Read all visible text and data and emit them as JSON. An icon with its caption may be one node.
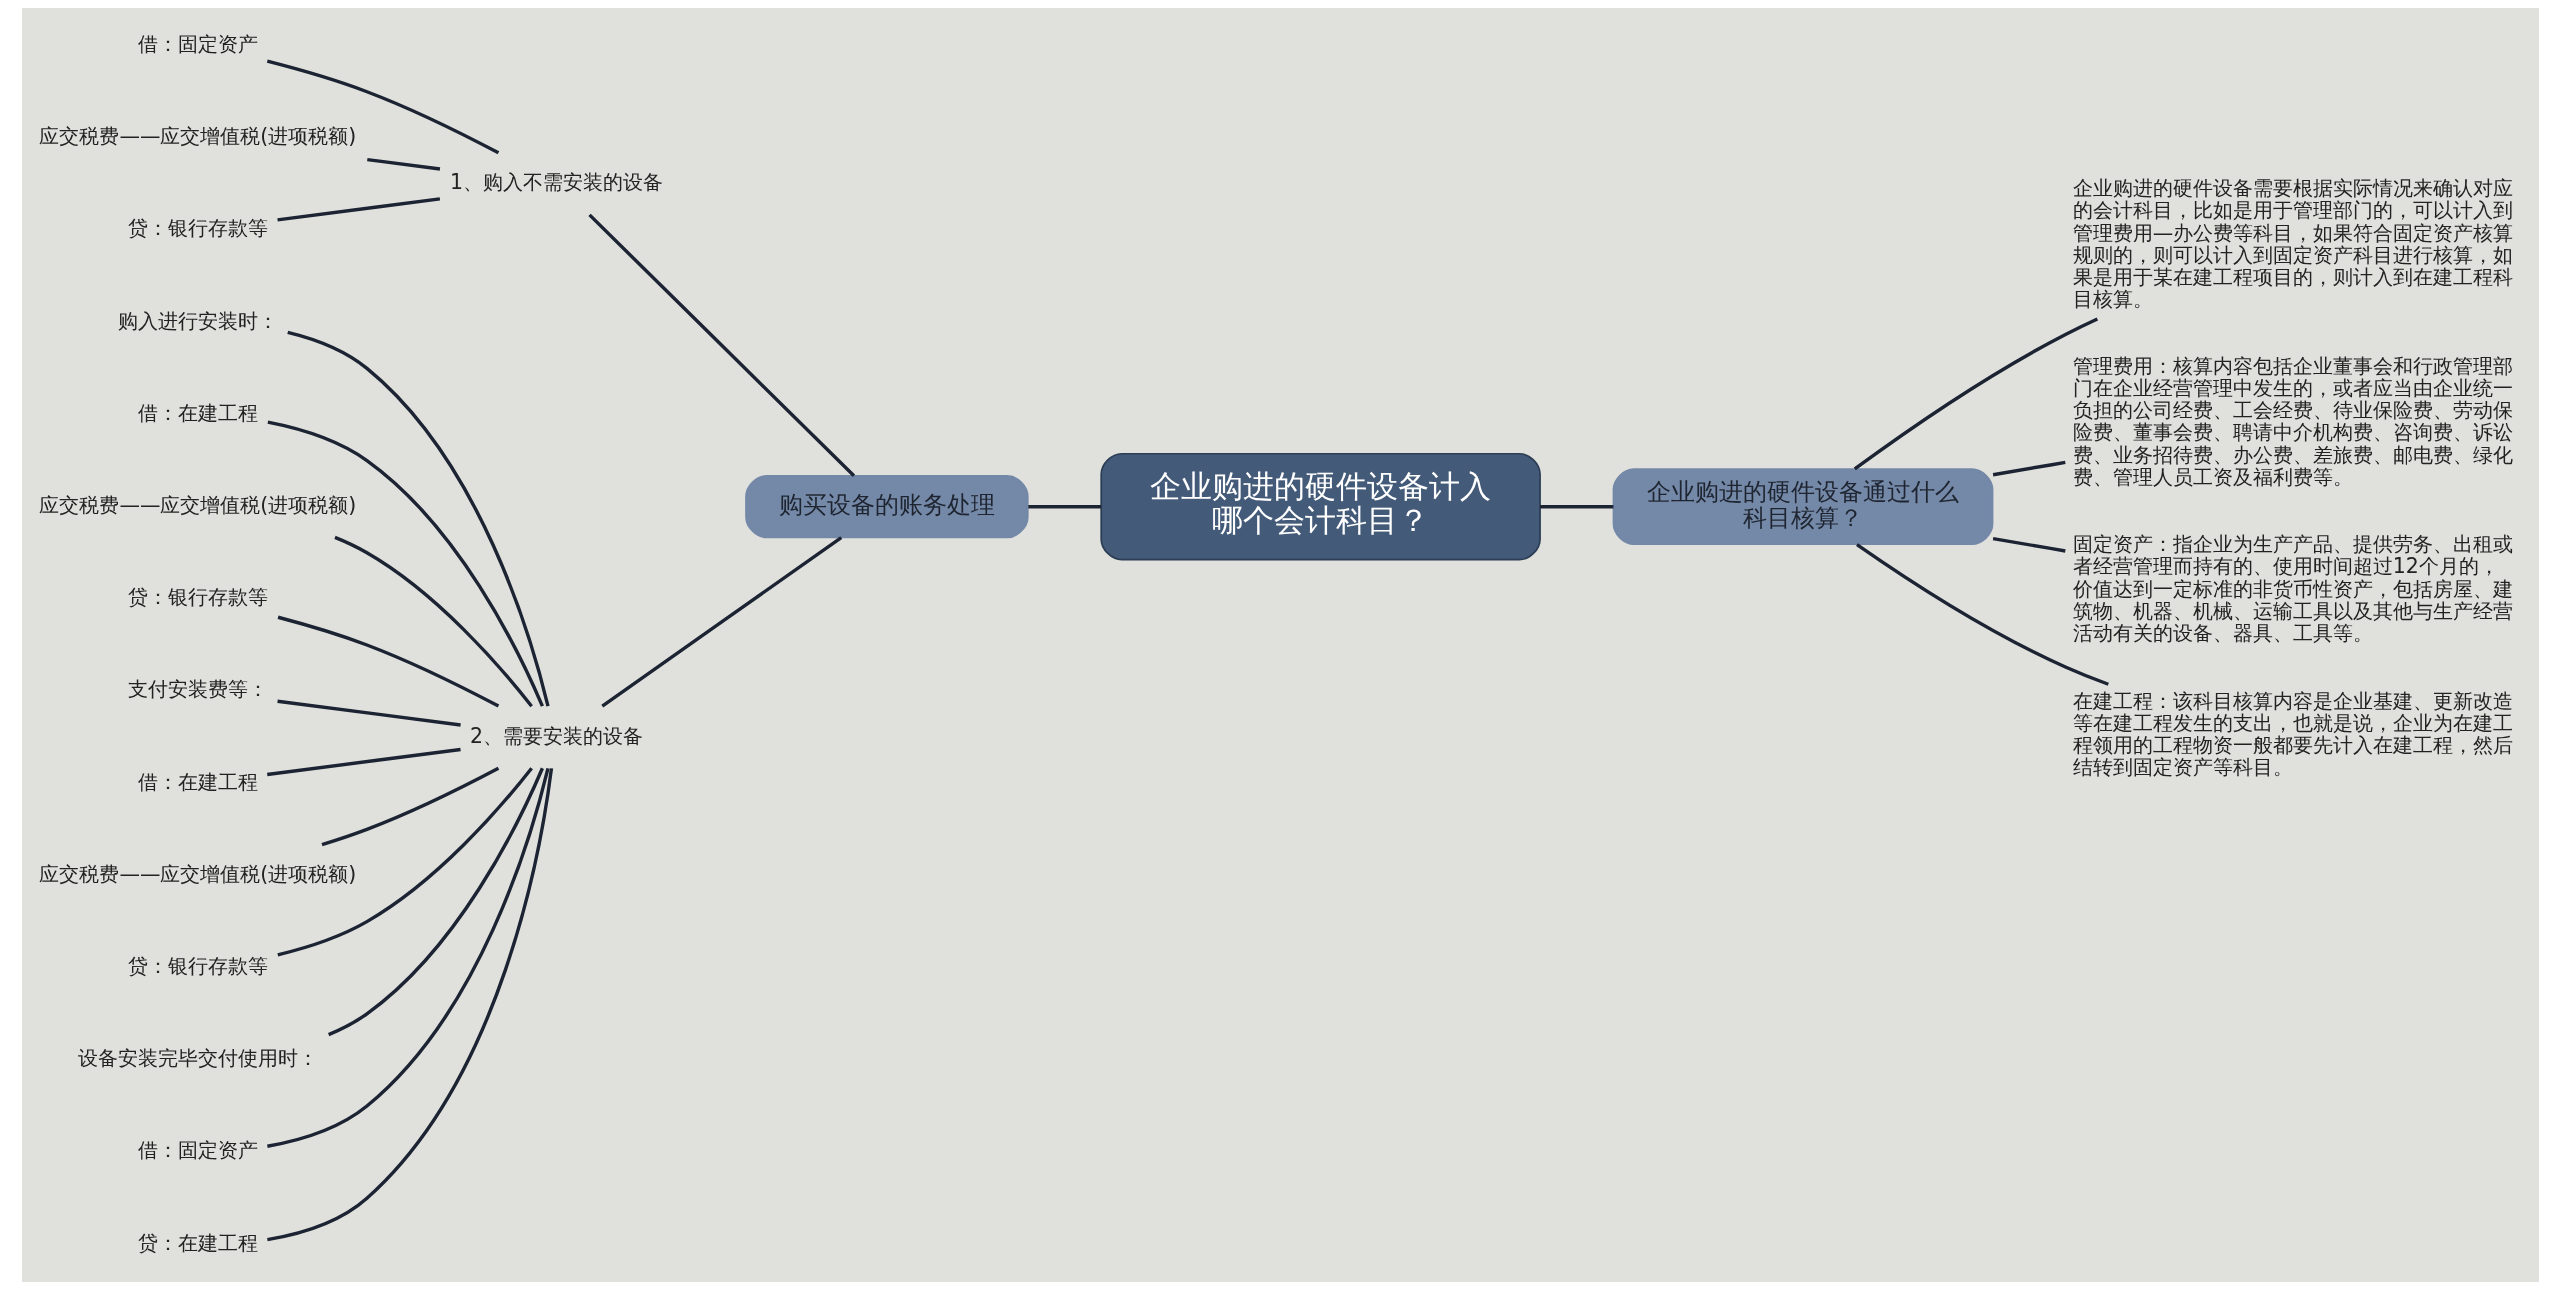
{
  "diagram": {
    "nodes": [
      {
        "text": [
          "企业购进的硬件设备计入哪个会计科目？"
        ]
      },
      {
        "text": [
          "购买设备的账务处理"
        ]
      },
      {
        "text": [
          "1、购入不需安装的设备"
        ]
      },
      {
        "text": [
          "借：固定资产"
        ]
      },
      {
        "text": [
          "应交税费——应交增值税(进项税额)"
        ]
      },
      {
        "text": [
          "贷：银行存款等"
        ]
      },
      {
        "text": [
          "2、需要安装的设备"
        ]
      },
      {
        "text": [
          "购入进行安装时："
        ]
      },
      {
        "text": [
          "借：在建工程"
        ]
      },
      {
        "text": [
          "应交税费——应交增值税(进项税额)"
        ]
      },
      {
        "text": [
          "贷：银行存款等"
        ]
      },
      {
        "text": [
          "支付安装费等："
        ]
      },
      {
        "text": [
          "借：在建工程"
        ]
      },
      {
        "text": [
          "应交税费——应交增值税(进项税额)"
        ]
      },
      {
        "text": [
          "贷：银行存款等"
        ]
      },
      {
        "text": [
          "设备安装完毕交付使用时："
        ]
      },
      {
        "text": [
          "借：固定资产"
        ]
      },
      {
        "text": [
          "贷：在建工程"
        ]
      },
      {
        "text": [
          "企业购进的硬件设备通过什么科目核算？"
        ]
      },
      {
        "text": [
          "企业购进的硬件设备需要根据实际情况来确认对应的会计科目，比如是用于管理部门的，可以计入到管理费用—办公费等科目，如果符合固定资产核算规则的，则可以计入到固定资产科目进行核算，如果是用于某在建工程项目的，则计入到在建工程科目核算。"
        ]
      },
      {
        "text": [
          "管理费用：核算内容包括企业董事会和行政管理部门在企业经营管理中发生的，或者应当由企业统一负担的公司经费、工会经费、待业保险费、劳动保险费、董事会费、聘请中介机构费、咨询费、诉讼费、业务招待费、办公费、差旅费、邮电费、绿化费、管理人员工资及福利费等。"
        ]
      },
      {
        "text": [
          "固定资产：指企业为生产产品、提供劳务、出租或者经营管理而持有的、使用时间超过12个月的，价值达到一定标准的非货币性资产，包括房屋、建筑物、机器、机械、运输工具以及其他与生产经营活动有关的设备、器具、工具等。"
        ]
      },
      {
        "text": [
          "在建工程：该科目核算内容是企业基建、更新改造等在建工程发生的支出，也就是说，企业为在建工程领用的工程物资一般都要先计入在建工程，然后结转到固定资产等科目。"
        ]
      }
    ],
    "edges": [
      {
        "from": 0,
        "to": 1,
        "arrow": "none"
      },
      {
        "from": 1,
        "to": 2,
        "arrow": "none"
      },
      {
        "from": 2,
        "to": 3,
        "arrow": "none"
      },
      {
        "from": 2,
        "to": 4,
        "arrow": "none"
      },
      {
        "from": 2,
        "to": 5,
        "arrow": "none"
      },
      {
        "from": 1,
        "to": 6,
        "arrow": "none"
      },
      {
        "from": 6,
        "to": 7,
        "arrow": "none"
      },
      {
        "from": 6,
        "to": 8,
        "arrow": "none"
      },
      {
        "from": 6,
        "to": 9,
        "arrow": "none"
      },
      {
        "from": 6,
        "to": 10,
        "arrow": "none"
      },
      {
        "from": 6,
        "to": 11,
        "arrow": "none"
      },
      {
        "from": 6,
        "to": 12,
        "arrow": "none"
      },
      {
        "from": 6,
        "to": 13,
        "arrow": "none"
      },
      {
        "from": 6,
        "to": 14,
        "arrow": "none"
      },
      {
        "from": 6,
        "to": 15,
        "arrow": "none"
      },
      {
        "from": 6,
        "to": 16,
        "arrow": "none"
      },
      {
        "from": 6,
        "to": 17,
        "arrow": "none"
      },
      {
        "from": 0,
        "to": 18,
        "arrow": "none"
      },
      {
        "from": 18,
        "to": 19,
        "arrow": "none"
      },
      {
        "from": 18,
        "to": 20,
        "arrow": "none"
      },
      {
        "from": 18,
        "to": 21,
        "arrow": "none"
      },
      {
        "from": 18,
        "to": 22,
        "arrow": "none"
      }
    ]
  }
}
